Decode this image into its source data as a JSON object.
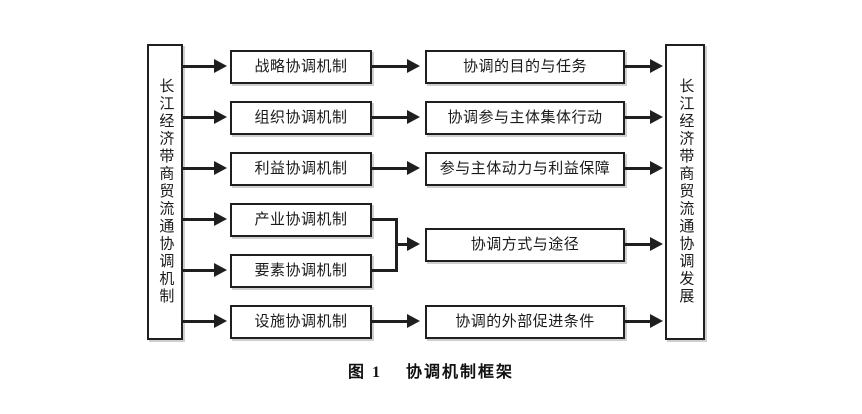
{
  "figure": {
    "caption_label": "图 1",
    "caption_title": "协调机制框架",
    "colors": {
      "border": "#1f1f1f",
      "shadow": "#cfcfcf",
      "background": "#ffffff",
      "text": "#1a1a1a"
    }
  },
  "source_node": {
    "label": "长江经济带商贸流通协调机制"
  },
  "target_node": {
    "label": "长江经济带商贸流通协调发展"
  },
  "mechanisms": [
    {
      "label": "战略协调机制"
    },
    {
      "label": "组织协调机制"
    },
    {
      "label": "利益协调机制"
    },
    {
      "label": "产业协调机制"
    },
    {
      "label": "要素协调机制"
    },
    {
      "label": "设施协调机制"
    }
  ],
  "contents": [
    {
      "label": "协调的目的与任务"
    },
    {
      "label": "协调参与主体集体行动"
    },
    {
      "label": "参与主体动力与利益保障"
    },
    {
      "label": "协调方式与途径"
    },
    {
      "label": "协调的外部促进条件"
    }
  ],
  "chart_data": {
    "type": "diagram",
    "title": "协调机制框架",
    "nodes": [
      {
        "id": "source",
        "label": "长江经济带商贸流通协调机制",
        "column": "left",
        "orientation": "vertical"
      },
      {
        "id": "mech-1",
        "label": "战略协调机制",
        "column": "middle",
        "row": 1
      },
      {
        "id": "mech-2",
        "label": "组织协调机制",
        "column": "middle",
        "row": 2
      },
      {
        "id": "mech-3",
        "label": "利益协调机制",
        "column": "middle",
        "row": 3
      },
      {
        "id": "mech-4",
        "label": "产业协调机制",
        "column": "middle",
        "row": 4
      },
      {
        "id": "mech-5",
        "label": "要素协调机制",
        "column": "middle",
        "row": 5
      },
      {
        "id": "mech-6",
        "label": "设施协调机制",
        "column": "middle",
        "row": 6
      },
      {
        "id": "cont-1",
        "label": "协调的目的与任务",
        "column": "right",
        "row": 1
      },
      {
        "id": "cont-2",
        "label": "协调参与主体集体行动",
        "column": "right",
        "row": 2
      },
      {
        "id": "cont-3",
        "label": "参与主体动力与利益保障",
        "column": "right",
        "row": 3
      },
      {
        "id": "cont-4",
        "label": "协调方式与途径",
        "column": "right",
        "row": "4-5"
      },
      {
        "id": "cont-5",
        "label": "协调的外部促进条件",
        "column": "right",
        "row": 6
      },
      {
        "id": "target",
        "label": "长江经济带商贸流通协调发展",
        "column": "far-right",
        "orientation": "vertical"
      }
    ],
    "edges": [
      {
        "from": "source",
        "to": "mech-1",
        "style": "arrow"
      },
      {
        "from": "source",
        "to": "mech-2",
        "style": "arrow"
      },
      {
        "from": "source",
        "to": "mech-3",
        "style": "arrow"
      },
      {
        "from": "source",
        "to": "mech-4",
        "style": "arrow"
      },
      {
        "from": "source",
        "to": "mech-5",
        "style": "arrow"
      },
      {
        "from": "source",
        "to": "mech-6",
        "style": "arrow"
      },
      {
        "from": "mech-1",
        "to": "cont-1",
        "style": "arrow"
      },
      {
        "from": "mech-2",
        "to": "cont-2",
        "style": "arrow"
      },
      {
        "from": "mech-3",
        "to": "cont-3",
        "style": "arrow"
      },
      {
        "from": "mech-4",
        "to": "cont-4",
        "style": "bracket-merge-arrow"
      },
      {
        "from": "mech-5",
        "to": "cont-4",
        "style": "bracket-merge-arrow"
      },
      {
        "from": "mech-6",
        "to": "cont-5",
        "style": "arrow"
      },
      {
        "from": "cont-1",
        "to": "target",
        "style": "arrow"
      },
      {
        "from": "cont-2",
        "to": "target",
        "style": "arrow"
      },
      {
        "from": "cont-3",
        "to": "target",
        "style": "arrow"
      },
      {
        "from": "cont-4",
        "to": "target",
        "style": "arrow"
      },
      {
        "from": "cont-5",
        "to": "target",
        "style": "arrow"
      }
    ]
  }
}
